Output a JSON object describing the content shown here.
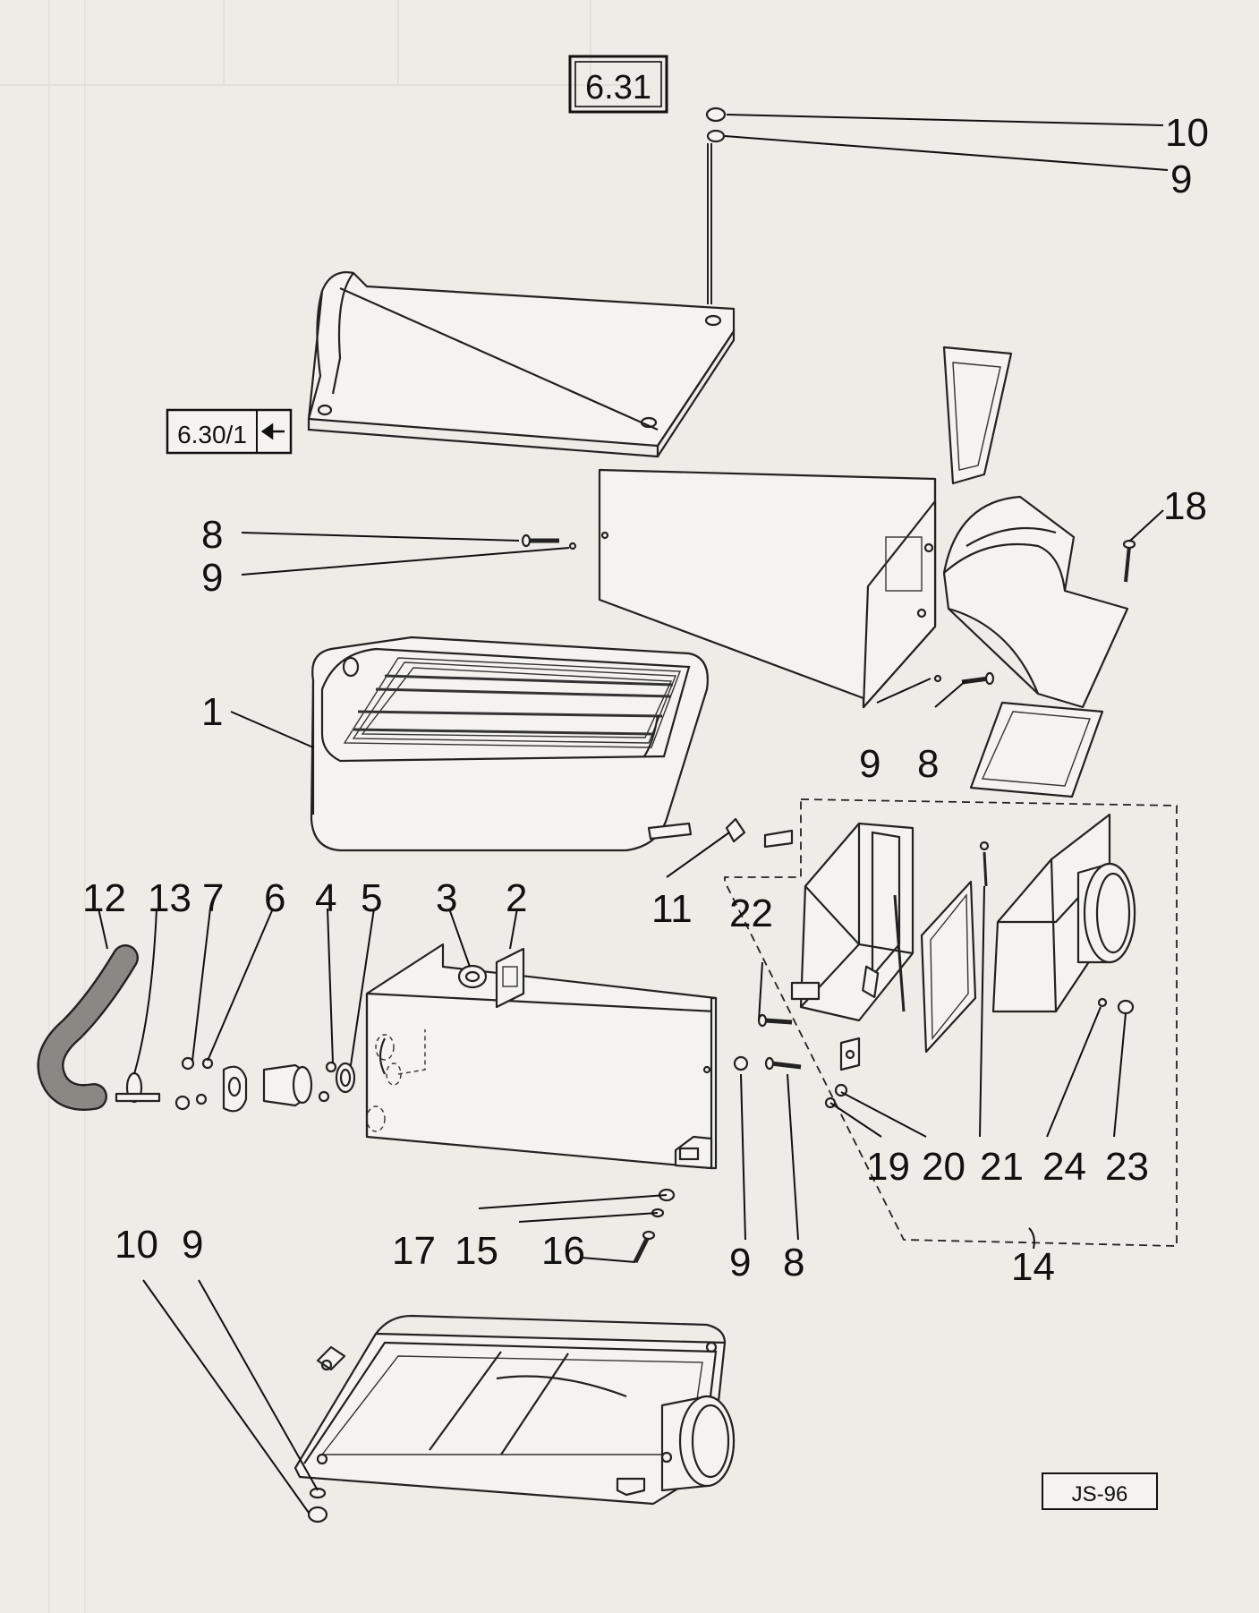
{
  "drawing": {
    "figure_ref": "6.31",
    "cross_ref": "6.30/1",
    "drawing_code": "JS-96",
    "callouts": [
      {
        "id": "c10a",
        "label": "10"
      },
      {
        "id": "c9a",
        "label": "9"
      },
      {
        "id": "c18",
        "label": "18"
      },
      {
        "id": "c8a",
        "label": "8"
      },
      {
        "id": "c9b",
        "label": "9"
      },
      {
        "id": "c1",
        "label": "1"
      },
      {
        "id": "c9c",
        "label": "9"
      },
      {
        "id": "c8b",
        "label": "8"
      },
      {
        "id": "c12",
        "label": "12"
      },
      {
        "id": "c13",
        "label": "13"
      },
      {
        "id": "c7",
        "label": "7"
      },
      {
        "id": "c6",
        "label": "6"
      },
      {
        "id": "c4",
        "label": "4"
      },
      {
        "id": "c5",
        "label": "5"
      },
      {
        "id": "c3",
        "label": "3"
      },
      {
        "id": "c2",
        "label": "2"
      },
      {
        "id": "c11",
        "label": "11"
      },
      {
        "id": "c22",
        "label": "22"
      },
      {
        "id": "c19",
        "label": "19"
      },
      {
        "id": "c20",
        "label": "20"
      },
      {
        "id": "c21",
        "label": "21"
      },
      {
        "id": "c24",
        "label": "24"
      },
      {
        "id": "c23",
        "label": "23"
      },
      {
        "id": "c14",
        "label": "14"
      },
      {
        "id": "c17",
        "label": "17"
      },
      {
        "id": "c15",
        "label": "15"
      },
      {
        "id": "c16",
        "label": "16"
      },
      {
        "id": "c9d",
        "label": "9"
      },
      {
        "id": "c8c",
        "label": "8"
      },
      {
        "id": "c10b",
        "label": "10"
      },
      {
        "id": "c9e",
        "label": "9"
      }
    ]
  }
}
